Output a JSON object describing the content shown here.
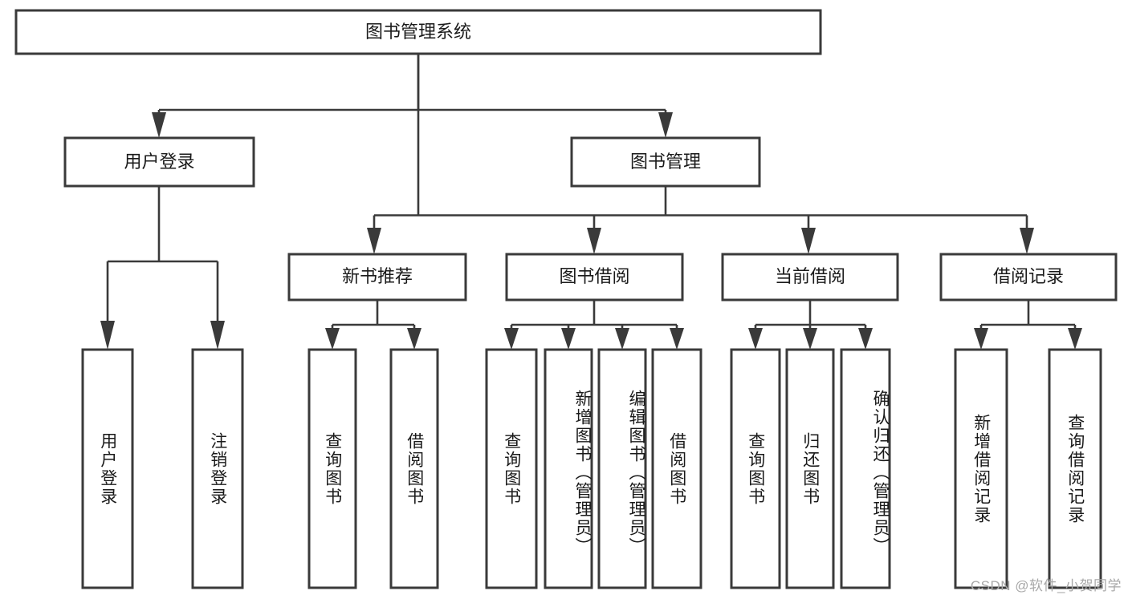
{
  "diagram": {
    "title": "图书管理系统",
    "type": "tree",
    "orientation": "top-down",
    "colors": {
      "box_stroke": "#3a3a3a",
      "box_fill": "#ffffff",
      "connector": "#3a3a3a",
      "text": "#1a1a1a",
      "watermark": "#a8a8a8",
      "background": "#ffffff"
    },
    "root": {
      "label": "图书管理系统"
    },
    "level1": [
      {
        "label": "用户登录"
      },
      {
        "label": "图书管理"
      }
    ],
    "level2": [
      {
        "label": "新书推荐"
      },
      {
        "label": "图书借阅"
      },
      {
        "label": "当前借阅"
      },
      {
        "label": "借阅记录"
      }
    ],
    "leaves": {
      "user_login": [
        {
          "label": "用户登录"
        },
        {
          "label": "注销登录"
        }
      ],
      "new_book_recommend": [
        {
          "label": "查询图书"
        },
        {
          "label": "借阅图书"
        }
      ],
      "book_borrow": [
        {
          "label": "查询图书"
        },
        {
          "label": "新增图书（管理员）"
        },
        {
          "label": "编辑图书（管理员）"
        },
        {
          "label": "借阅图书"
        }
      ],
      "current_borrow": [
        {
          "label": "查询图书"
        },
        {
          "label": "归还图书"
        },
        {
          "label": "确认归还（管理员）"
        }
      ],
      "borrow_record": [
        {
          "label": "新增借阅记录"
        },
        {
          "label": "查询借阅记录"
        }
      ]
    }
  },
  "watermark": {
    "text": "CSDN @软件_小贺同学"
  }
}
